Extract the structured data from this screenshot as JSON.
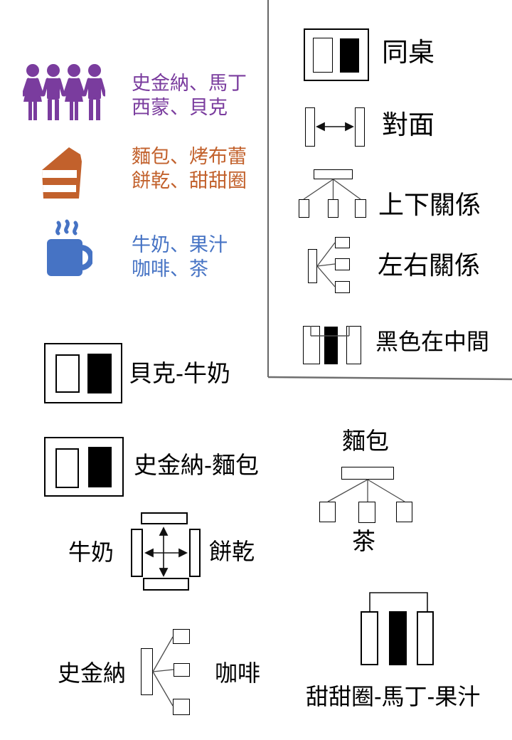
{
  "palette": {
    "purple": "#7a3c9e",
    "orange": "#c2612c",
    "blue": "#4673c4",
    "line": "#444444",
    "border_gray": "#6f6f6f"
  },
  "groups": {
    "people": {
      "icon": "people-icon",
      "line1": "史金納、馬丁",
      "line2": "西蒙、貝克"
    },
    "desserts": {
      "icon": "cake-icon",
      "line1": "麵包、烤布蕾",
      "line2": "餅乾、甜甜圈"
    },
    "drinks": {
      "icon": "coffee-mug-icon",
      "line1": "牛奶、果汁",
      "line2": "咖啡、茶"
    }
  },
  "legend": {
    "items": [
      {
        "key": "same-table",
        "label": "同桌"
      },
      {
        "key": "opposite",
        "label": "對面"
      },
      {
        "key": "above-below",
        "label": "上下關係"
      },
      {
        "key": "left-right",
        "label": "左右關係"
      },
      {
        "key": "black-in-middle",
        "label": "黑色在中間"
      }
    ]
  },
  "clues": {
    "same_table_1": {
      "label": "貝克-牛奶"
    },
    "same_table_2": {
      "label": "史金納-麵包"
    },
    "opposite": {
      "left": "牛奶",
      "right": "餅乾"
    },
    "left_right": {
      "left": "史金納",
      "right": "咖啡"
    },
    "above_below": {
      "top": "麵包",
      "bottom": "茶"
    },
    "black_middle": {
      "label": "甜甜圈-馬丁-果汁"
    }
  }
}
